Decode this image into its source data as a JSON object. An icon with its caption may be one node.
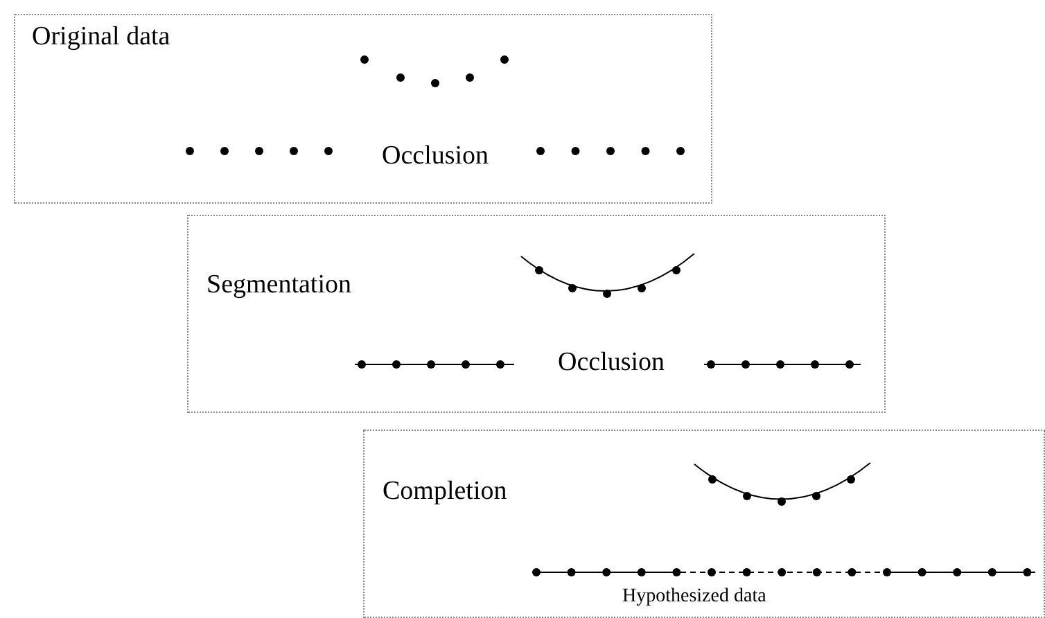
{
  "diagram": {
    "nodes": [
      {
        "text": [
          "Original data"
        ]
      },
      {
        "text": [
          "Segmentation"
        ]
      },
      {
        "text": [
          "Completion"
        ]
      }
    ],
    "labels": [
      "Occlusion",
      "Occlusion",
      "Hypothesized data"
    ]
  }
}
